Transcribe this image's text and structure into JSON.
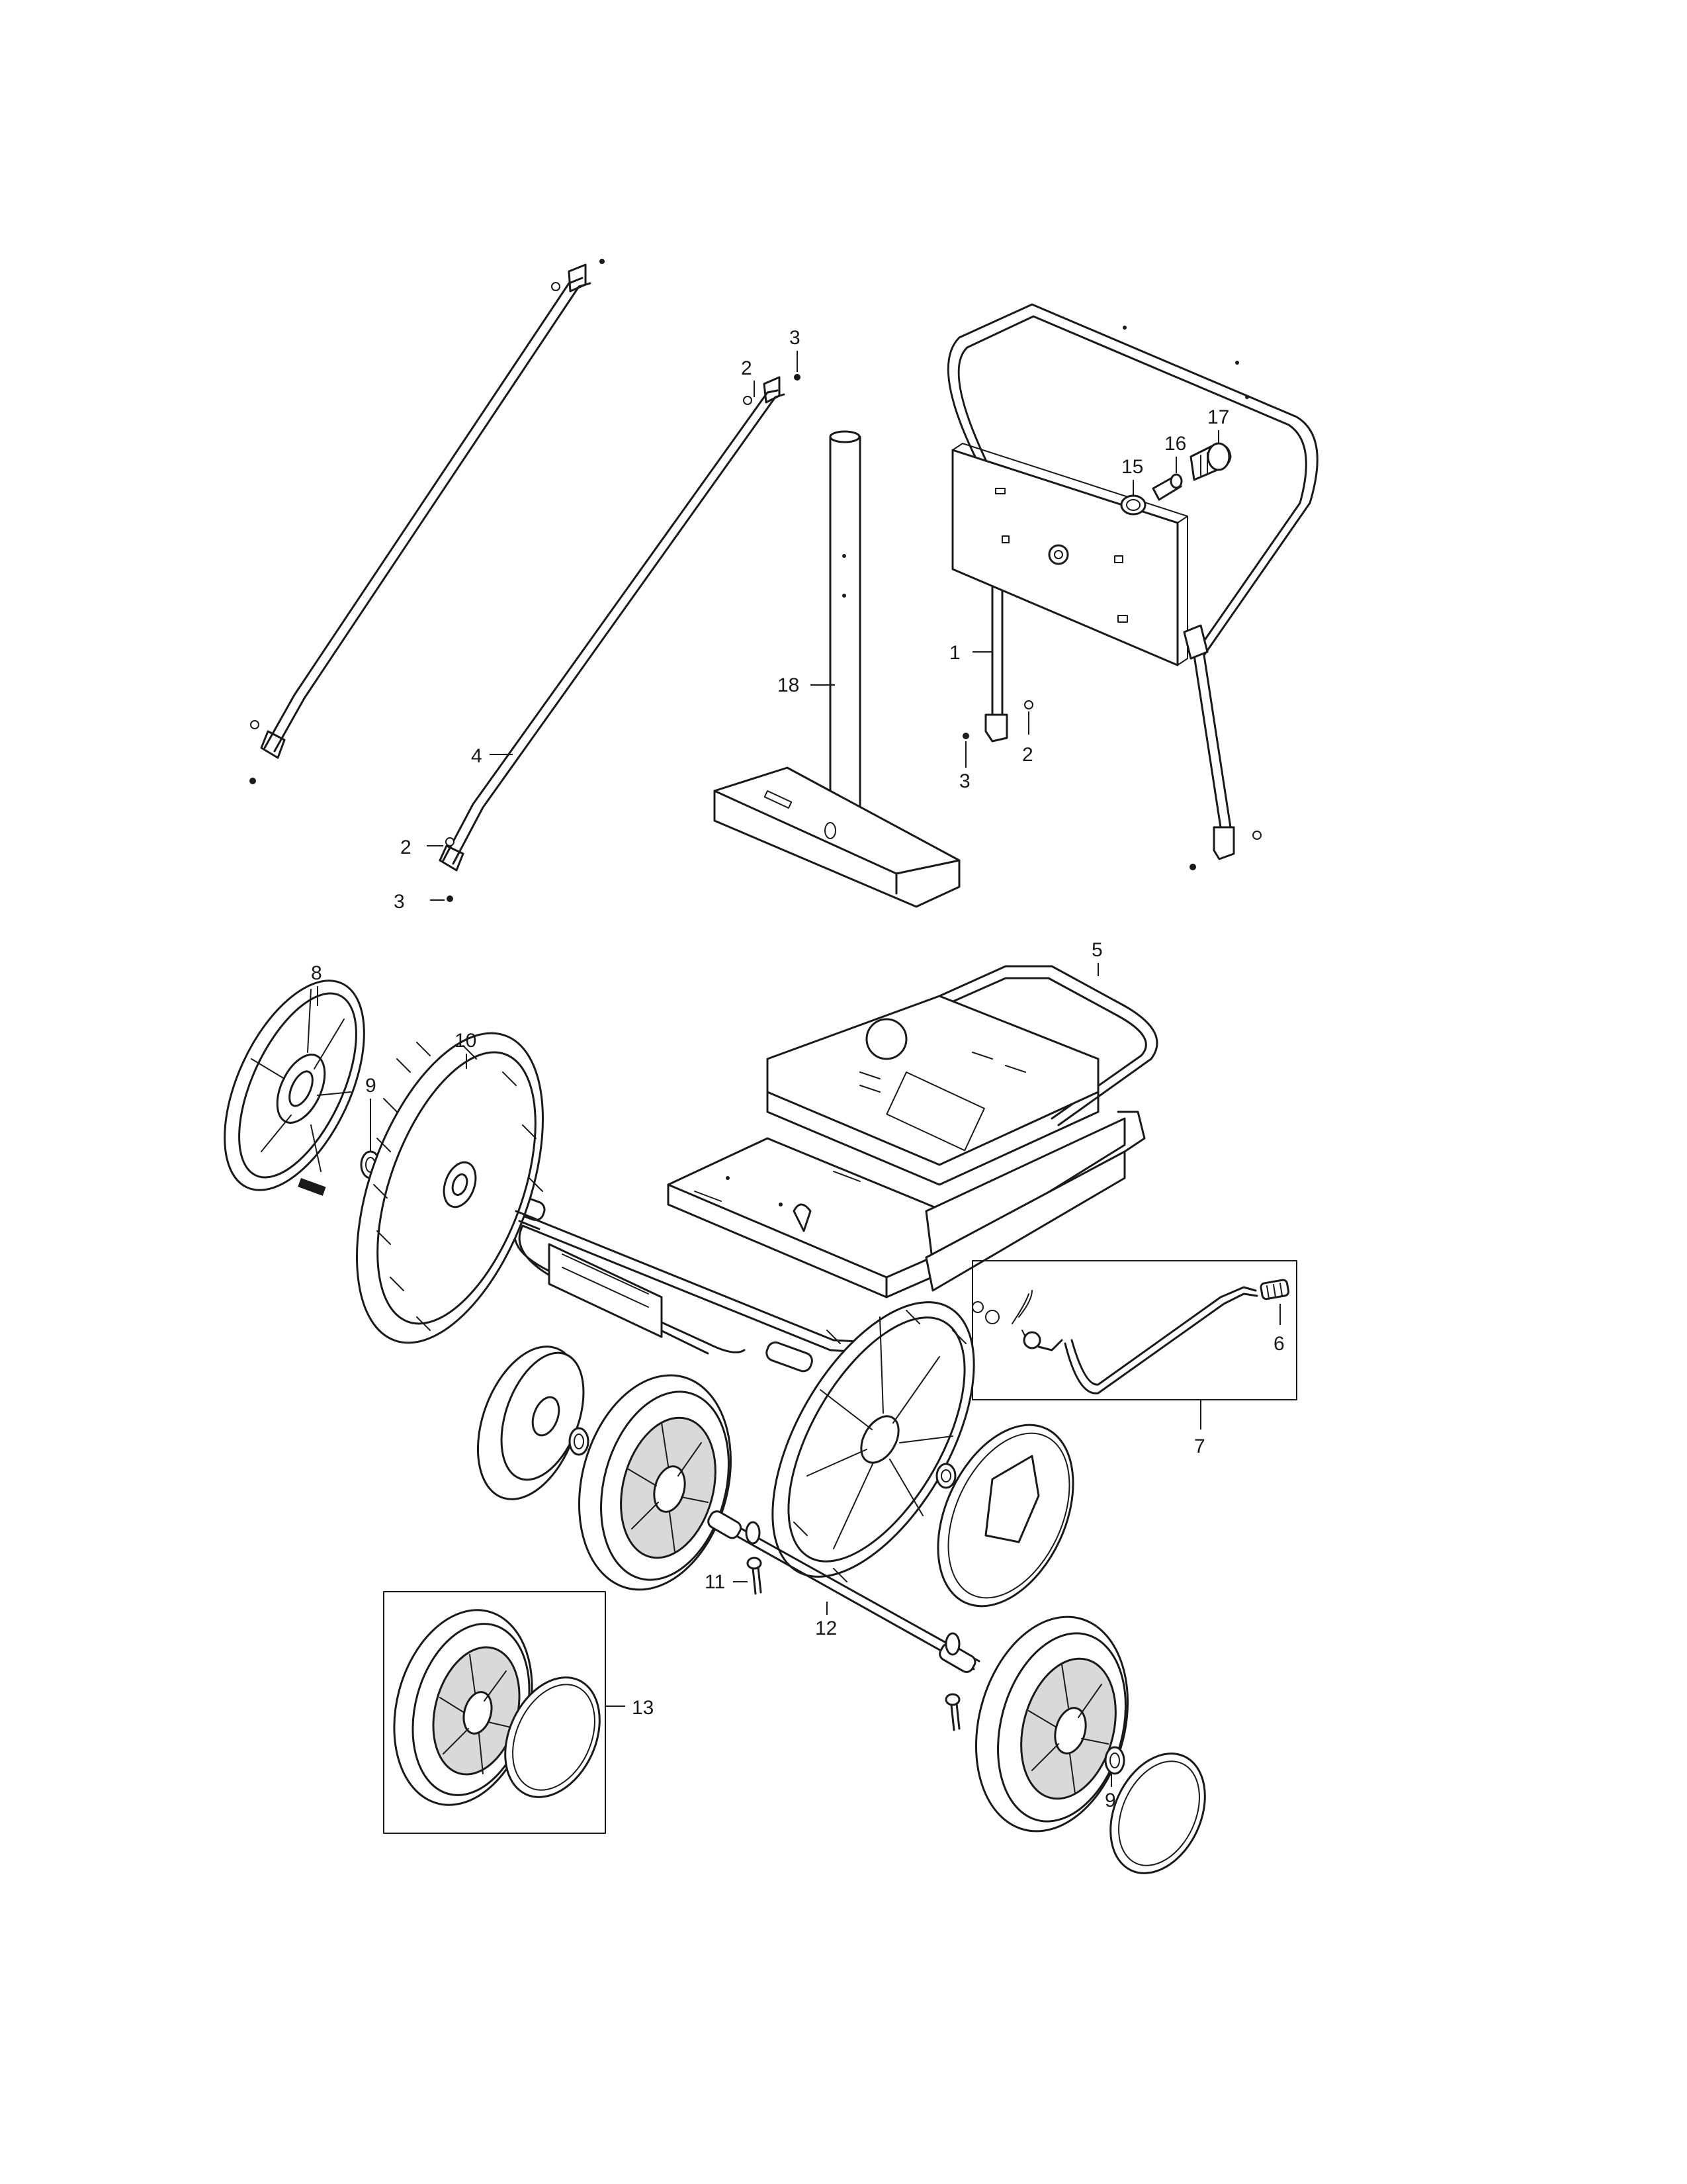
{
  "callouts": {
    "c1": "1",
    "c2a": "2",
    "c2b": "2",
    "c2c": "2",
    "c3a": "3",
    "c3b": "3",
    "c3c": "3",
    "c4": "4",
    "c5": "5",
    "c6": "6",
    "c7": "7",
    "c8": "8",
    "c9a": "9",
    "c9b": "9",
    "c10": "10",
    "c11": "11",
    "c12": "12",
    "c13": "13",
    "c15": "15",
    "c16": "16",
    "c17": "17",
    "c18": "18"
  },
  "icons": {
    "frame": "frame-assembly-icon",
    "wheel": "wheel-icon",
    "handle": "handle-icon"
  }
}
